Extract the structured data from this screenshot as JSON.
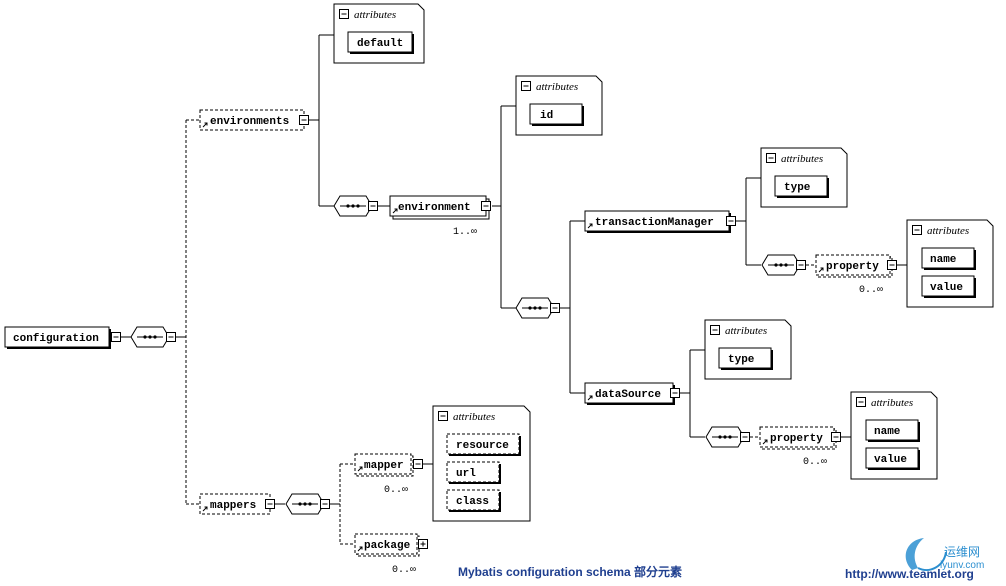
{
  "elements": {
    "configuration": "configuration",
    "environments": "environments",
    "environment": "environment",
    "transactionManager": "transactionManager",
    "dataSource": "dataSource",
    "tm_property": "property",
    "ds_property": "property",
    "mappers": "mappers",
    "mapper": "mapper",
    "package": "package"
  },
  "attributes_title": "attributes",
  "attributes": {
    "environments": [
      "default"
    ],
    "environment": [
      "id"
    ],
    "transactionManager": [
      "type"
    ],
    "tm_property": [
      "name",
      "value"
    ],
    "dataSource": [
      "type"
    ],
    "ds_property": [
      "name",
      "value"
    ],
    "mapper": [
      "resource",
      "url",
      "class"
    ]
  },
  "multiplicity": {
    "environment": "1..∞",
    "tm_property": "0..∞",
    "ds_property": "0..∞",
    "mapper": "0..∞",
    "package": "0..∞"
  },
  "caption": "Mybatis configuration schema 部分元素",
  "site": "http://www.teamlet.org",
  "watermark": {
    "name": "运维网",
    "url": "iyunv.com"
  }
}
